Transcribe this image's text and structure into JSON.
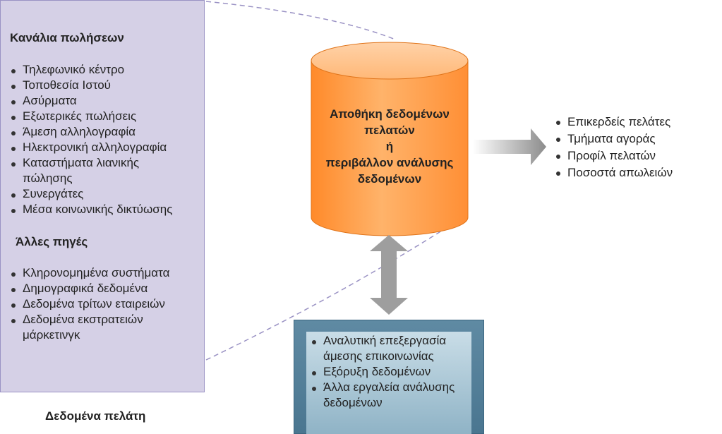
{
  "sales_channels": {
    "title": "Κανάλια πωλήσεων",
    "items": [
      "Τηλεφωνικό κέντρο",
      "Τοποθεσία Ιστού",
      "Ασύρματα",
      "Εξωτερικές πωλήσεις",
      "Άμεση αλληλογραφία",
      "Ηλεκτρονική αλληλογραφία",
      "Καταστήματα λιανικής πώλησης",
      "Συνεργάτες",
      "Μέσα κοινωνικής δικτύωσης"
    ]
  },
  "other_sources": {
    "title": "Άλλες πηγές",
    "items": [
      "Κληρονομημένα συστήματα",
      "Δημογραφικά δεδομένα",
      "Δεδομένα τρίτων εταιρειών",
      "Δεδομένα εκστρατειών μάρκετινγκ"
    ]
  },
  "footer_label": "Δεδομένα πελάτη",
  "warehouse": {
    "lines": [
      "Αποθήκη δεδομένων",
      "πελατών",
      "ή",
      "περιβάλλον ανάλυσης",
      "δεδομένων"
    ]
  },
  "outputs": {
    "items": [
      "Επικερδείς πελάτες",
      "Τμήματα αγοράς",
      "Προφίλ πελατών",
      "Ποσοστά απωλειών"
    ]
  },
  "analytics_tools": {
    "items": [
      "Αναλυτική επεξεργασία άμεσης επικοινωνίας",
      "Εξόρυξη δεδομένων",
      "Άλλα εργαλεία ανάλυσης δεδομένων"
    ]
  },
  "colors": {
    "left_panel": "#d5d0e6",
    "cylinder": "#ff9a3c",
    "tool_box": "#8fb3c6",
    "arrow": "#9e9e9e"
  }
}
